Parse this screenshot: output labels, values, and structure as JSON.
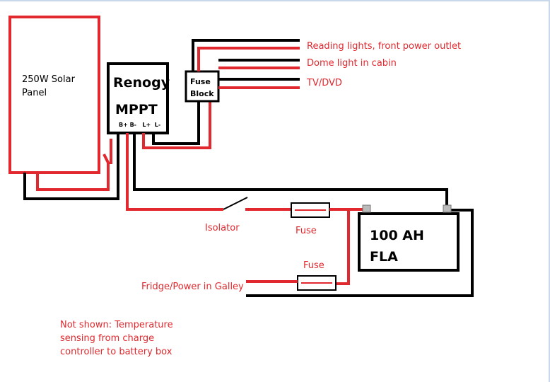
{
  "colors": {
    "positive": "#e0282e",
    "negative": "#000000",
    "text_red": "#e0282e"
  },
  "solar_panel": {
    "label_line1": "250W Solar",
    "label_line2": "Panel"
  },
  "controller": {
    "line1": "Renogy",
    "line2": "MPPT",
    "terminals": "B+ B-   L+  L-"
  },
  "fuse_block": {
    "line1": "Fuse",
    "line2": "Block"
  },
  "outputs": [
    "Reading lights, front power outlet",
    "Dome light in cabin",
    "TV/DVD"
  ],
  "battery": {
    "line1": "100 AH",
    "line2": "FLA"
  },
  "labels": {
    "isolator": "Isolator",
    "fuse_top": "Fuse",
    "fuse_bottom": "Fuse",
    "galley": "Fridge/Power in Galley"
  },
  "note": {
    "line1": "Not shown: Temperature",
    "line2": "sensing from charge",
    "line3": "controller to battery box"
  }
}
